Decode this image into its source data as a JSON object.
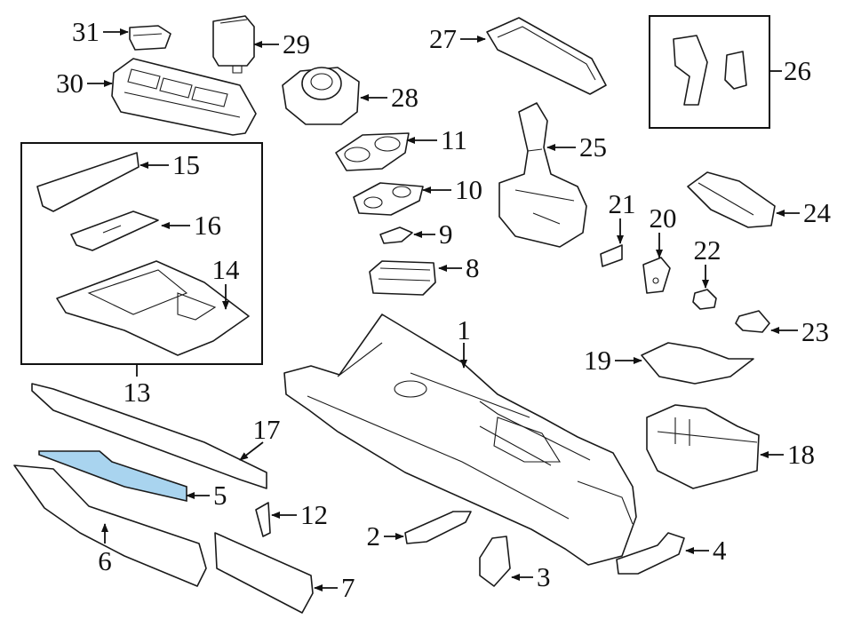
{
  "diagram": {
    "highlight_color": "#a9d4ef",
    "callouts": [
      {
        "id": "c1",
        "label": "1"
      },
      {
        "id": "c2",
        "label": "2"
      },
      {
        "id": "c3",
        "label": "3"
      },
      {
        "id": "c4",
        "label": "4"
      },
      {
        "id": "c5",
        "label": "5"
      },
      {
        "id": "c6",
        "label": "6"
      },
      {
        "id": "c7",
        "label": "7"
      },
      {
        "id": "c8",
        "label": "8"
      },
      {
        "id": "c9",
        "label": "9"
      },
      {
        "id": "c10",
        "label": "10"
      },
      {
        "id": "c11",
        "label": "11"
      },
      {
        "id": "c12",
        "label": "12"
      },
      {
        "id": "c13",
        "label": "13"
      },
      {
        "id": "c14",
        "label": "14"
      },
      {
        "id": "c15",
        "label": "15"
      },
      {
        "id": "c16",
        "label": "16"
      },
      {
        "id": "c17",
        "label": "17"
      },
      {
        "id": "c18",
        "label": "18"
      },
      {
        "id": "c19",
        "label": "19"
      },
      {
        "id": "c20",
        "label": "20"
      },
      {
        "id": "c21",
        "label": "21"
      },
      {
        "id": "c22",
        "label": "22"
      },
      {
        "id": "c23",
        "label": "23"
      },
      {
        "id": "c24",
        "label": "24"
      },
      {
        "id": "c25",
        "label": "25"
      },
      {
        "id": "c26",
        "label": "26"
      },
      {
        "id": "c27",
        "label": "27"
      },
      {
        "id": "c28",
        "label": "28"
      },
      {
        "id": "c29",
        "label": "29"
      },
      {
        "id": "c30",
        "label": "30"
      },
      {
        "id": "c31",
        "label": "31"
      }
    ]
  }
}
